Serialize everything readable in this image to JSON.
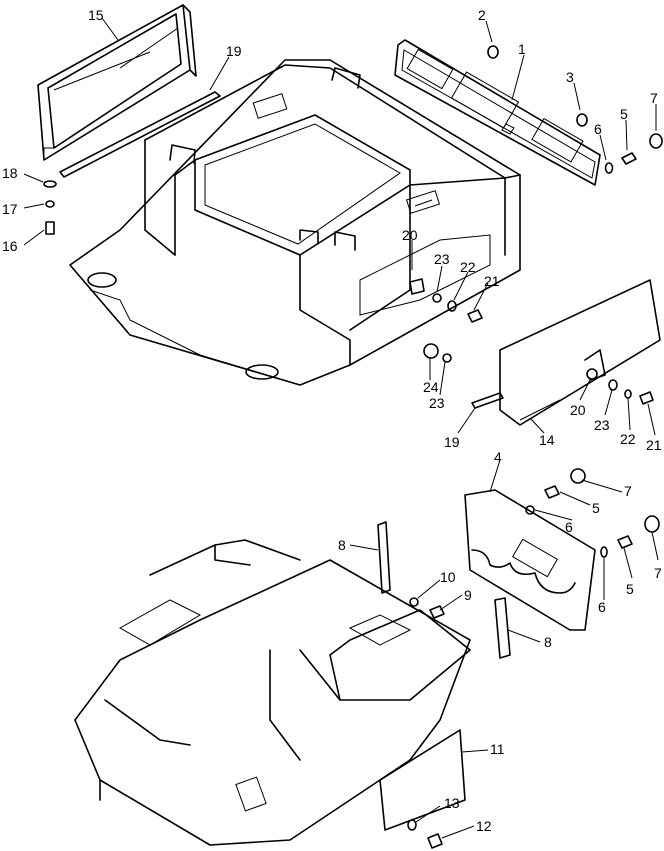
{
  "diagram": {
    "callouts": {
      "c1": "1",
      "c2": "2",
      "c3": "3",
      "c4": "4",
      "c5a": "5",
      "c5b": "5",
      "c5c": "5",
      "c6a": "6",
      "c6b": "6",
      "c6c": "6",
      "c7a": "7",
      "c7b": "7",
      "c7c": "7",
      "c8a": "8",
      "c8b": "8",
      "c9": "9",
      "c10": "10",
      "c11": "11",
      "c12": "12",
      "c13": "13",
      "c14": "14",
      "c15": "15",
      "c16": "16",
      "c17": "17",
      "c18": "18",
      "c19a": "19",
      "c19b": "19",
      "c20a": "20",
      "c20b": "20",
      "c21a": "21",
      "c21b": "21",
      "c22a": "22",
      "c22b": "22",
      "c23a": "23",
      "c23b": "23",
      "c23c": "23",
      "c24": "24"
    }
  }
}
